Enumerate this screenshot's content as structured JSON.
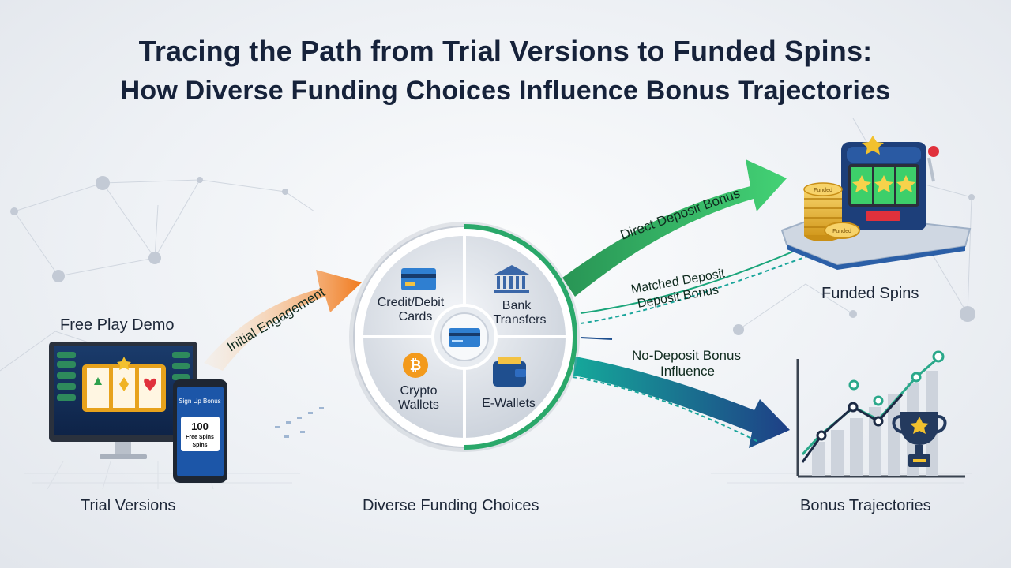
{
  "title": {
    "line1": "Tracing the Path from Trial Versions to Funded Spins:",
    "line2": "How Diverse Funding Choices Influence Bonus Trajectories"
  },
  "left": {
    "demo_label": "Free Play Demo",
    "section_label": "Trial Versions",
    "phone_header": "Sign Up Bonus",
    "phone_number": "100",
    "phone_line1": "Free Spins",
    "phone_line2": "Spins"
  },
  "arrows": {
    "initial": "Initial Engagement",
    "direct": "Direct Deposit Bonus",
    "matched_line1": "Matched Deposit",
    "matched_line2": "Deposit Bonus",
    "nodeposit_line1": "No-Deposit Bonus",
    "nodeposit_line2": "Influence"
  },
  "wheel": {
    "section_label": "Diverse Funding Choices",
    "q1_line1": "Credit/Debit",
    "q1_line2": "Cards",
    "q2_line1": "Bank",
    "q2_line2": "Transfers",
    "q3_line1": "Crypto",
    "q3_line2": "Wallets",
    "q4": "E-Wallets"
  },
  "right": {
    "funded_label": "Funded Spins",
    "coin_text": "Funded",
    "trajectory_label": "Bonus Trajectories"
  },
  "colors": {
    "orange": "#f07a1e",
    "green": "#22b55a",
    "teal": "#1aa59b",
    "navy": "#1f4f8f",
    "title": "#16223a"
  },
  "icons": [
    "credit-card-icon",
    "bank-icon",
    "bitcoin-icon",
    "wallet-icon",
    "slot-machine-icon",
    "trophy-icon",
    "coin-stack-icon"
  ]
}
